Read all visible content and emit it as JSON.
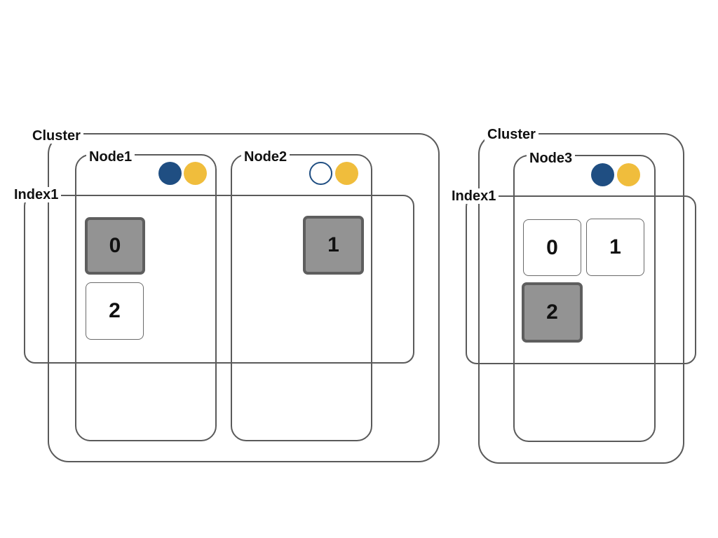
{
  "colors": {
    "line": "#5a5a5a",
    "primary_fill": "#939393",
    "primary_border": "#5e5e5e",
    "dot_blue": "#1f4e82",
    "dot_yellow": "#f0bd3c",
    "dot_hollow_border": "#1f4e82"
  },
  "left": {
    "cluster_label": "Cluster",
    "index_label": "Index1",
    "node1": {
      "label": "Node1",
      "dots": [
        "blue-filled",
        "yellow-filled"
      ],
      "shards": [
        {
          "id": "0",
          "kind": "primary"
        },
        {
          "id": "2",
          "kind": "replica"
        }
      ]
    },
    "node2": {
      "label": "Node2",
      "dots": [
        "blue-hollow",
        "yellow-filled"
      ],
      "shards": [
        {
          "id": "1",
          "kind": "primary"
        }
      ]
    }
  },
  "right": {
    "cluster_label": "Cluster",
    "index_label": "Index1",
    "node3": {
      "label": "Node3",
      "dots": [
        "blue-filled",
        "yellow-filled"
      ],
      "shards": [
        {
          "id": "0",
          "kind": "replica"
        },
        {
          "id": "1",
          "kind": "replica"
        },
        {
          "id": "2",
          "kind": "primary"
        }
      ]
    }
  }
}
